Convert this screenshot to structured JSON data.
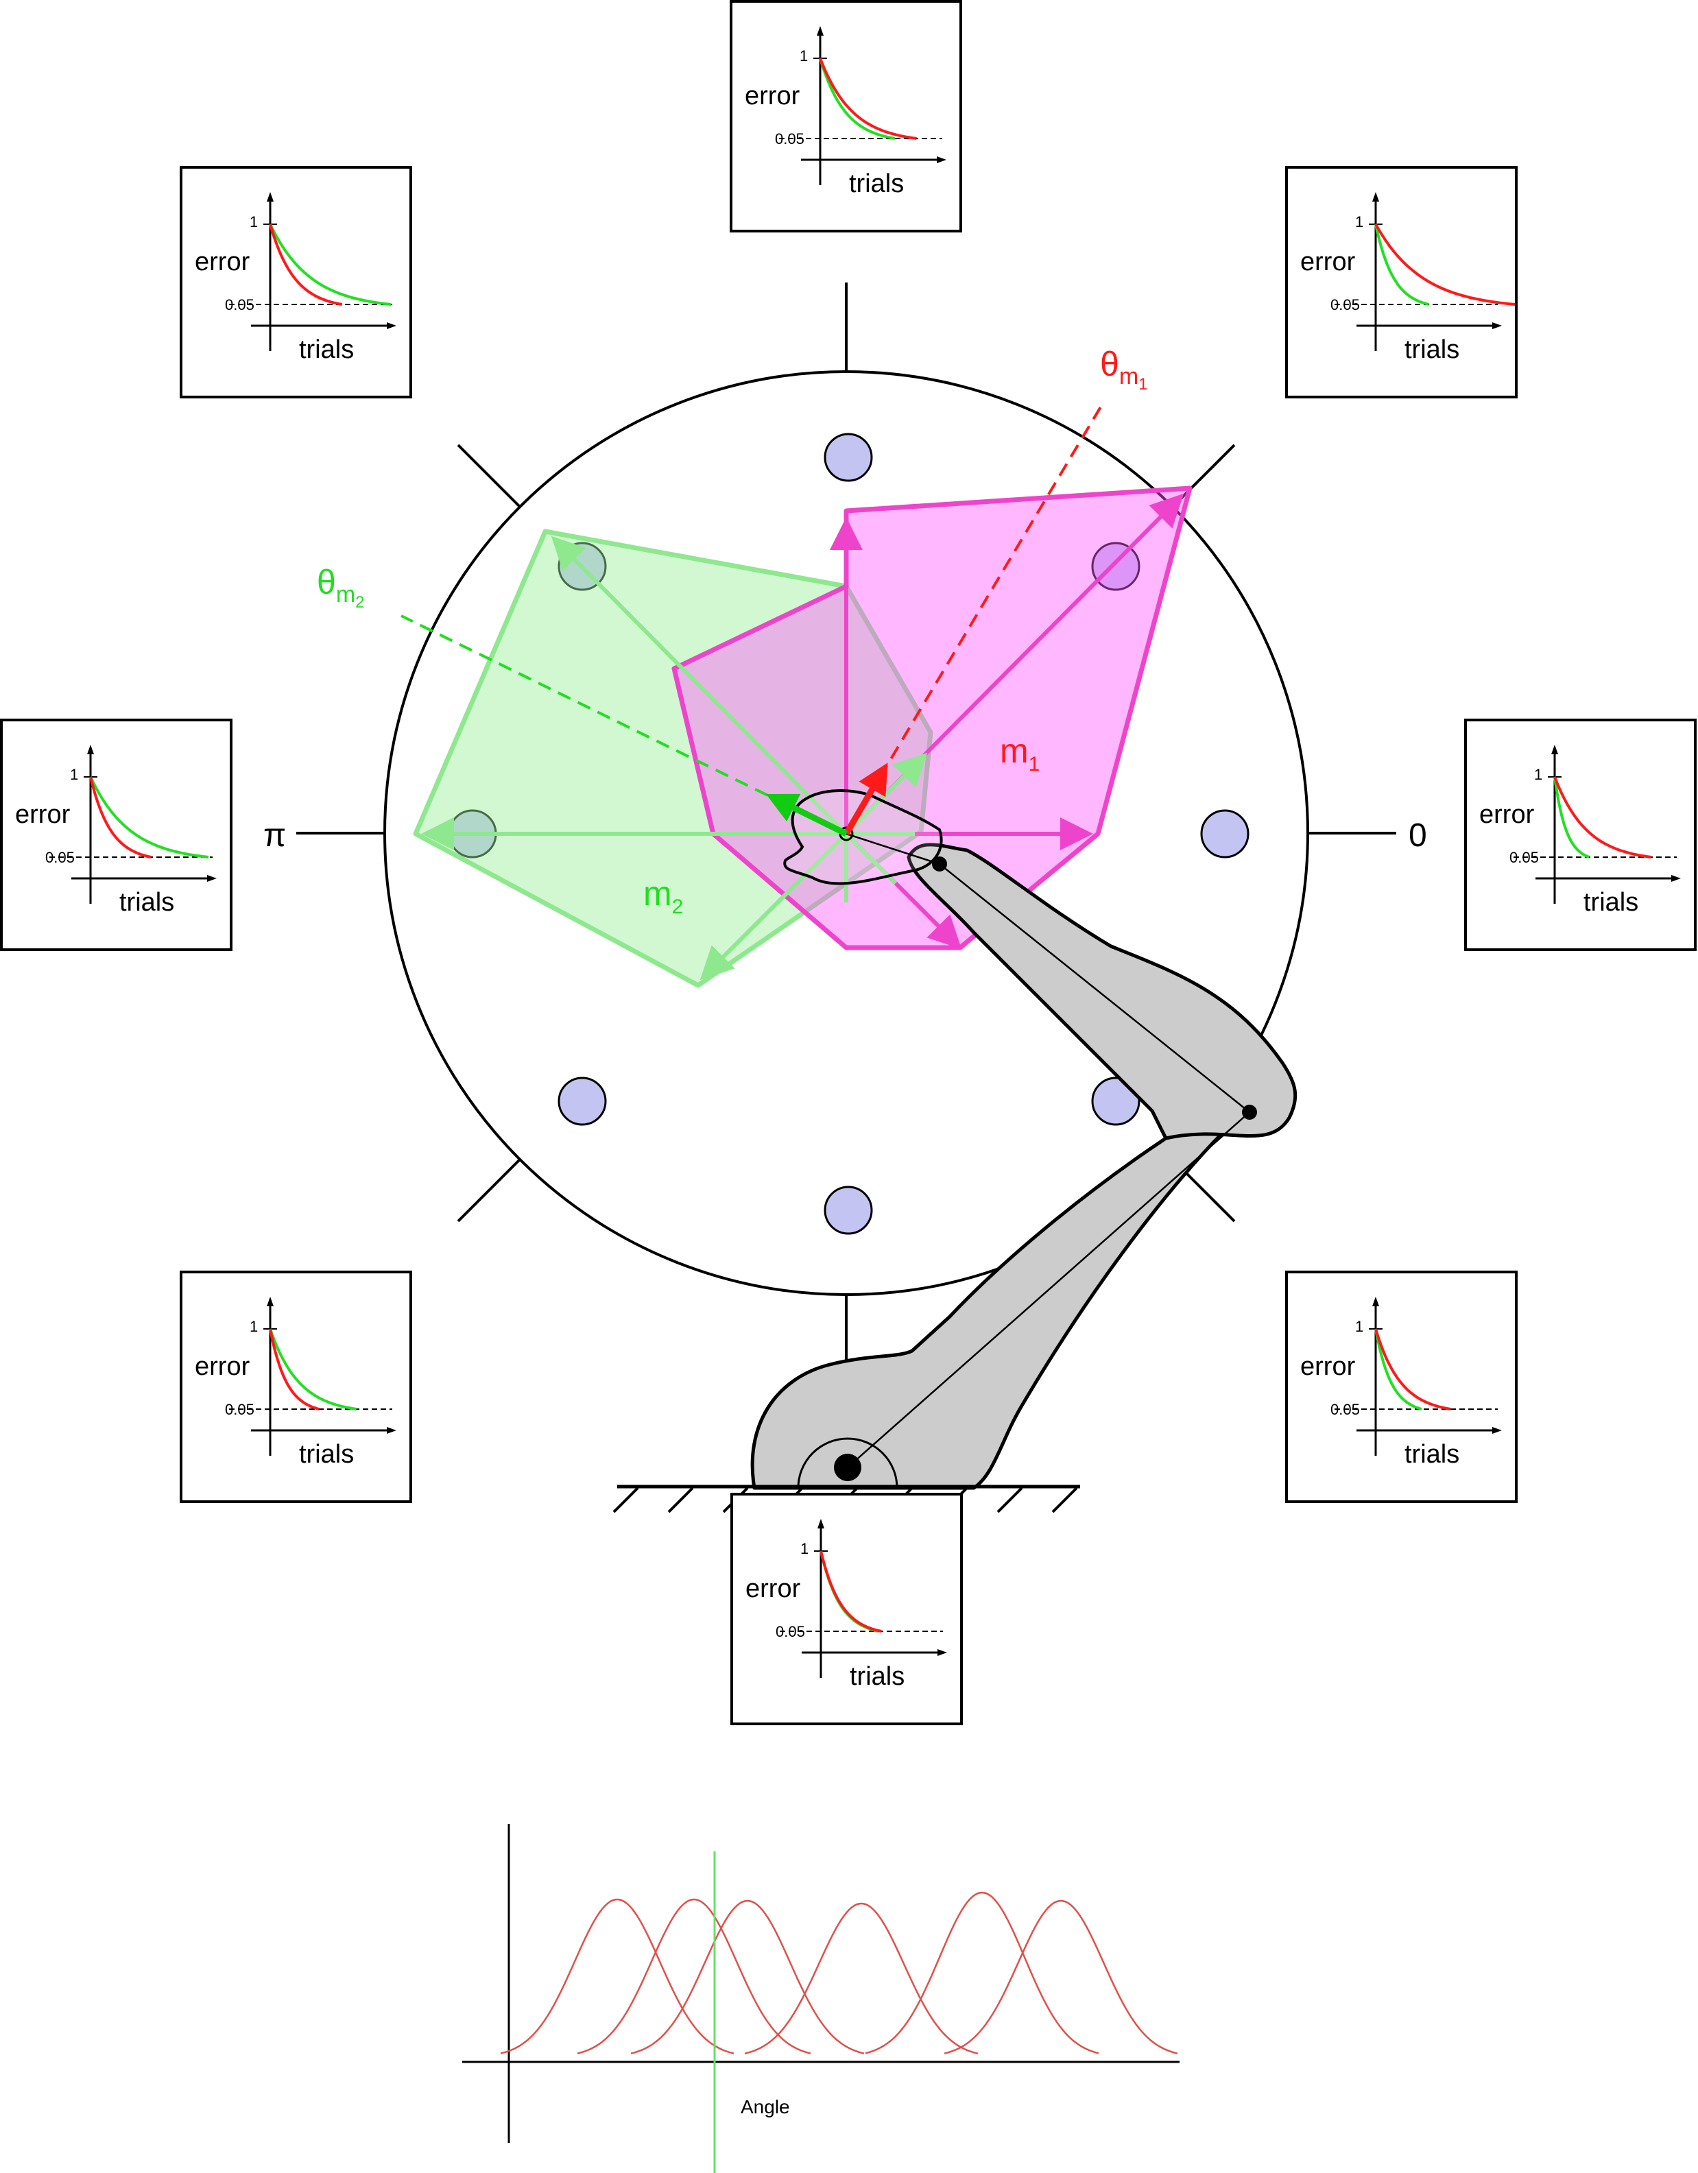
{
  "angles": {
    "zero_label": "0",
    "pi_label": "π"
  },
  "modules": {
    "m1": {
      "label": "m",
      "sub": "1",
      "theta_label": "θ",
      "theta_sub": "m",
      "theta_subsub": "1",
      "color": "#ff1a1a",
      "fill": "#ff66ff"
    },
    "m2": {
      "label": "m",
      "sub": "2",
      "theta_label": "θ",
      "theta_sub": "m",
      "theta_subsub": "2",
      "color": "#22e022",
      "fill": "#8ef08e"
    }
  },
  "mini_charts": {
    "y_axis_label": "error",
    "x_axis_label": "trials",
    "tick_top": "1",
    "tick_threshold": "0.05",
    "boxes": [
      {
        "name": "top",
        "red_decay": 0.55,
        "green_decay": 0.4
      },
      {
        "name": "top-right",
        "red_decay": 0.85,
        "green_decay": 0.25
      },
      {
        "name": "right",
        "red_decay": 0.55,
        "green_decay": 0.12
      },
      {
        "name": "bottom-right",
        "red_decay": 0.4,
        "green_decay": 0.2
      },
      {
        "name": "bottom",
        "red_decay": 0.3,
        "green_decay": 0.28
      },
      {
        "name": "bottom-left",
        "red_decay": 0.22,
        "green_decay": 0.48
      },
      {
        "name": "left",
        "red_decay": 0.3,
        "green_decay": 0.7
      },
      {
        "name": "top-left",
        "red_decay": 0.38,
        "green_decay": 0.72
      }
    ]
  },
  "tuning_plot": {
    "x_axis_label": "Angle",
    "curve_color": "#e0504a",
    "marker_color": "#66e066"
  }
}
